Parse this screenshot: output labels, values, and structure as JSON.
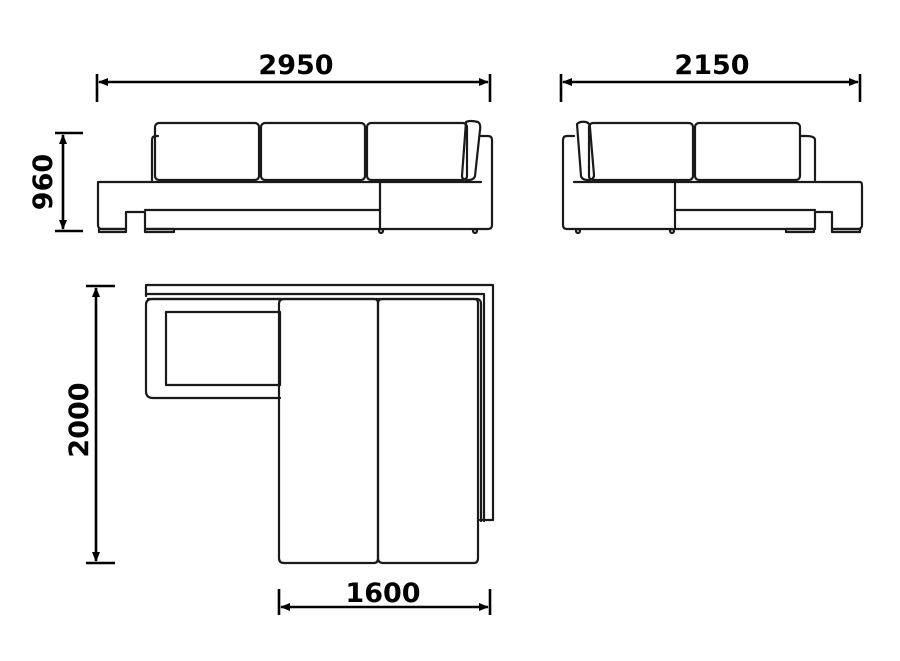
{
  "drawing": {
    "title": "Corner sofa dimension drawing",
    "line_color": "#1a1a1a",
    "background": "#ffffff",
    "views": [
      {
        "name": "front-view-long",
        "dimensions": {
          "width": "2950",
          "height": "960"
        }
      },
      {
        "name": "front-view-short",
        "dimensions": {
          "width": "2150"
        }
      },
      {
        "name": "top-view",
        "dimensions": {
          "depth": "2000",
          "seat_width": "1600"
        }
      }
    ]
  },
  "labels": {
    "width_long": "2950",
    "width_short": "2150",
    "height": "960",
    "depth": "2000",
    "seat_width": "1600"
  }
}
